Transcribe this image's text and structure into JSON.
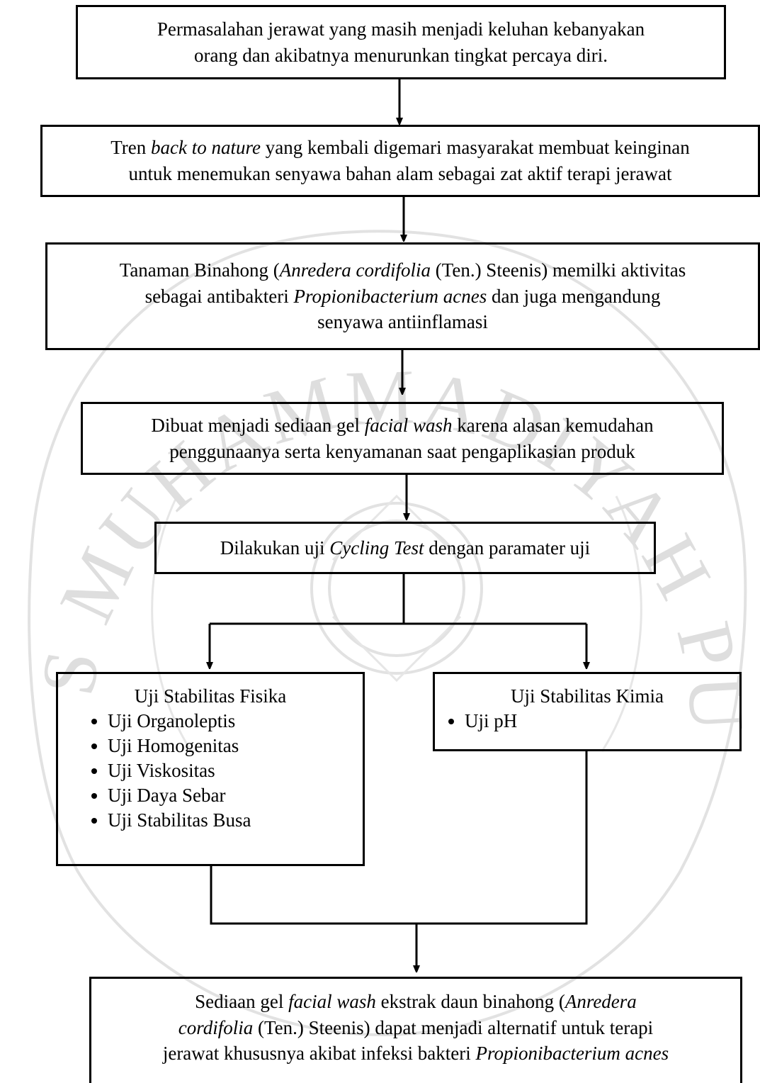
{
  "boxes": {
    "b1": {
      "lines": [
        "Permasalahan jerawat yang masih menjadi keluhan kebanyakan",
        "orang dan akibatnya menurunkan tingkat percaya diri."
      ]
    },
    "b2": {
      "l1a": "Tren ",
      "l1b": "back to nature",
      "l1c": " yang kembali digemari masyarakat membuat keinginan",
      "l2": "untuk menemukan senyawa bahan alam sebagai zat aktif terapi jerawat"
    },
    "b3": {
      "l1a": "Tanaman Binahong (",
      "l1b": "Anredera cordifolia",
      "l1c": " (Ten.) Steenis) memilki aktivitas",
      "l2a": "sebagai antibakteri ",
      "l2b": "Propionibacterium acnes",
      "l2c": " dan juga mengandung",
      "l3": "senyawa antiinflamasi"
    },
    "b4": {
      "l1a": "Dibuat menjadi sediaan gel ",
      "l1b": "facial wash",
      "l1c": " karena alasan kemudahan",
      "l2": "penggunaanya serta kenyamanan saat pengaplikasian produk"
    },
    "b5": {
      "l1a": "Dilakukan uji ",
      "l1b": "Cycling Test",
      "l1c": " dengan paramater uji"
    },
    "physical": {
      "title": "Uji Stabilitas Fisika",
      "items": [
        "Uji Organoleptis",
        "Uji Homogenitas",
        "Uji Viskositas",
        "Uji Daya Sebar",
        "Uji Stabilitas Busa"
      ]
    },
    "chemical": {
      "title": "Uji Stabilitas Kimia",
      "items": [
        "Uji pH"
      ]
    },
    "b8": {
      "l1a": "Sediaan gel ",
      "l1b": "facial wash",
      "l1c": " ekstrak daun binahong (",
      "l1d": "Anredera",
      "l2a": "cordifolia",
      "l2b": " (Ten.) Steenis) dapat menjadi alternatif untuk terapi",
      "l3a": "jerawat khususnya akibat infeksi bakteri ",
      "l3b": "Propionibacterium acnes"
    }
  },
  "watermark": {
    "text": "UNIVERSITAS MUHAMMADIYAH PURWOKERTO",
    "color": "#d8d8d8"
  }
}
